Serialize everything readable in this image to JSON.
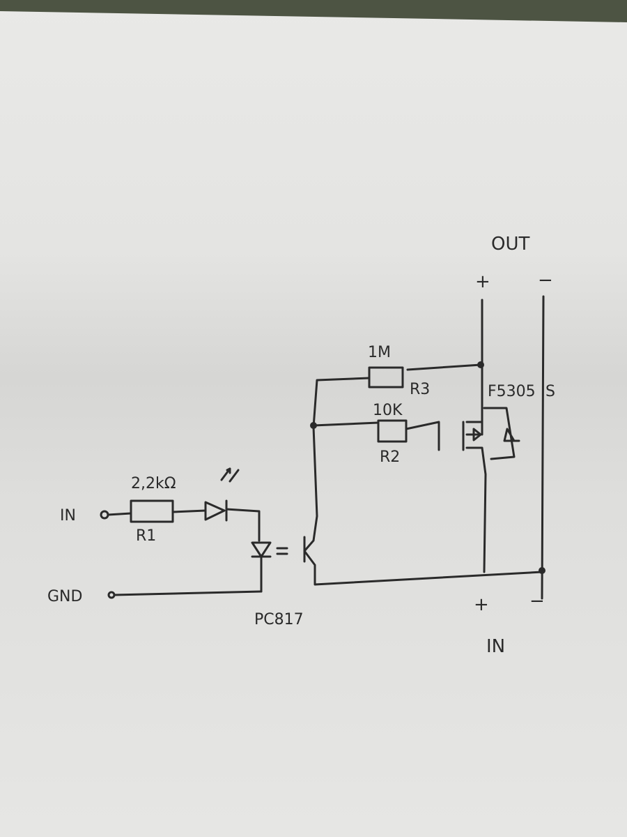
{
  "diagram": {
    "out_block": {
      "title": "OUT",
      "plus": "+",
      "minus": "−"
    },
    "in_block": {
      "title": "IN",
      "plus": "+",
      "minus": "−"
    },
    "r3": {
      "value": "1M",
      "name": "R3"
    },
    "r2": {
      "value": "10K",
      "name": "R2"
    },
    "r1": {
      "value": "2,2kΩ",
      "name": "R1"
    },
    "mosfet": {
      "name": "F5305",
      "pin": "S"
    },
    "optocoupler": {
      "name": "PC817"
    },
    "input": {
      "label": "IN"
    },
    "ground": {
      "label": "GND"
    }
  }
}
